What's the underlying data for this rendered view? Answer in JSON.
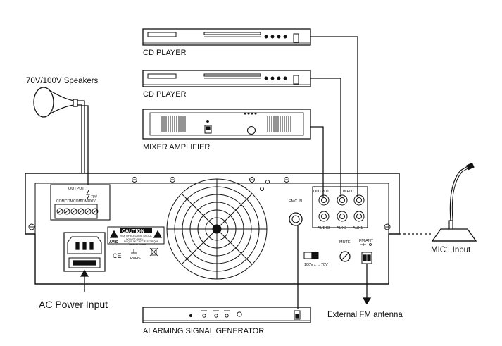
{
  "devices": {
    "cd_player_1": {
      "label": "CD PLAYER"
    },
    "cd_player_2": {
      "label": "CD PLAYER"
    },
    "mixer_amplifier": {
      "label": "MIXER AMPLIFIER"
    },
    "alarm_generator": {
      "label": "ALARMING SIGNAL GENERATOR"
    }
  },
  "speakers": {
    "label": "70V/100V Speakers"
  },
  "mic": {
    "label": "MIC1 Input"
  },
  "power": {
    "label": "AC Power Input"
  },
  "fm": {
    "label": "External FM antenna"
  },
  "panel": {
    "output_header": "OUTPUT",
    "output_terminals": [
      "COM",
      "COM",
      "COM",
      "COM",
      "70V",
      "100V"
    ],
    "warning_title": "CAUTION",
    "warning_lines": [
      "RISK OF ELECTRIC SHOCK",
      "DO NOT OPEN"
    ],
    "avis": "AVIS",
    "avis_lines": [
      "RISQUE DE CHOC ELECTRIQUE",
      "NE PAS OUVRIR"
    ],
    "ce": "CE",
    "rohs": "RoHS",
    "emc_in": "EMC IN",
    "rca_output": "OUTPUT",
    "rca_input": "INPUT",
    "rca_labels": [
      "AUDIO",
      "AUX2",
      "AUX1"
    ],
    "mute": "MUTE",
    "fm_ant": "FM ANT",
    "voltage_switch": "100V←→70V"
  },
  "colors": {
    "line": "#111111",
    "bg": "#ffffff"
  }
}
